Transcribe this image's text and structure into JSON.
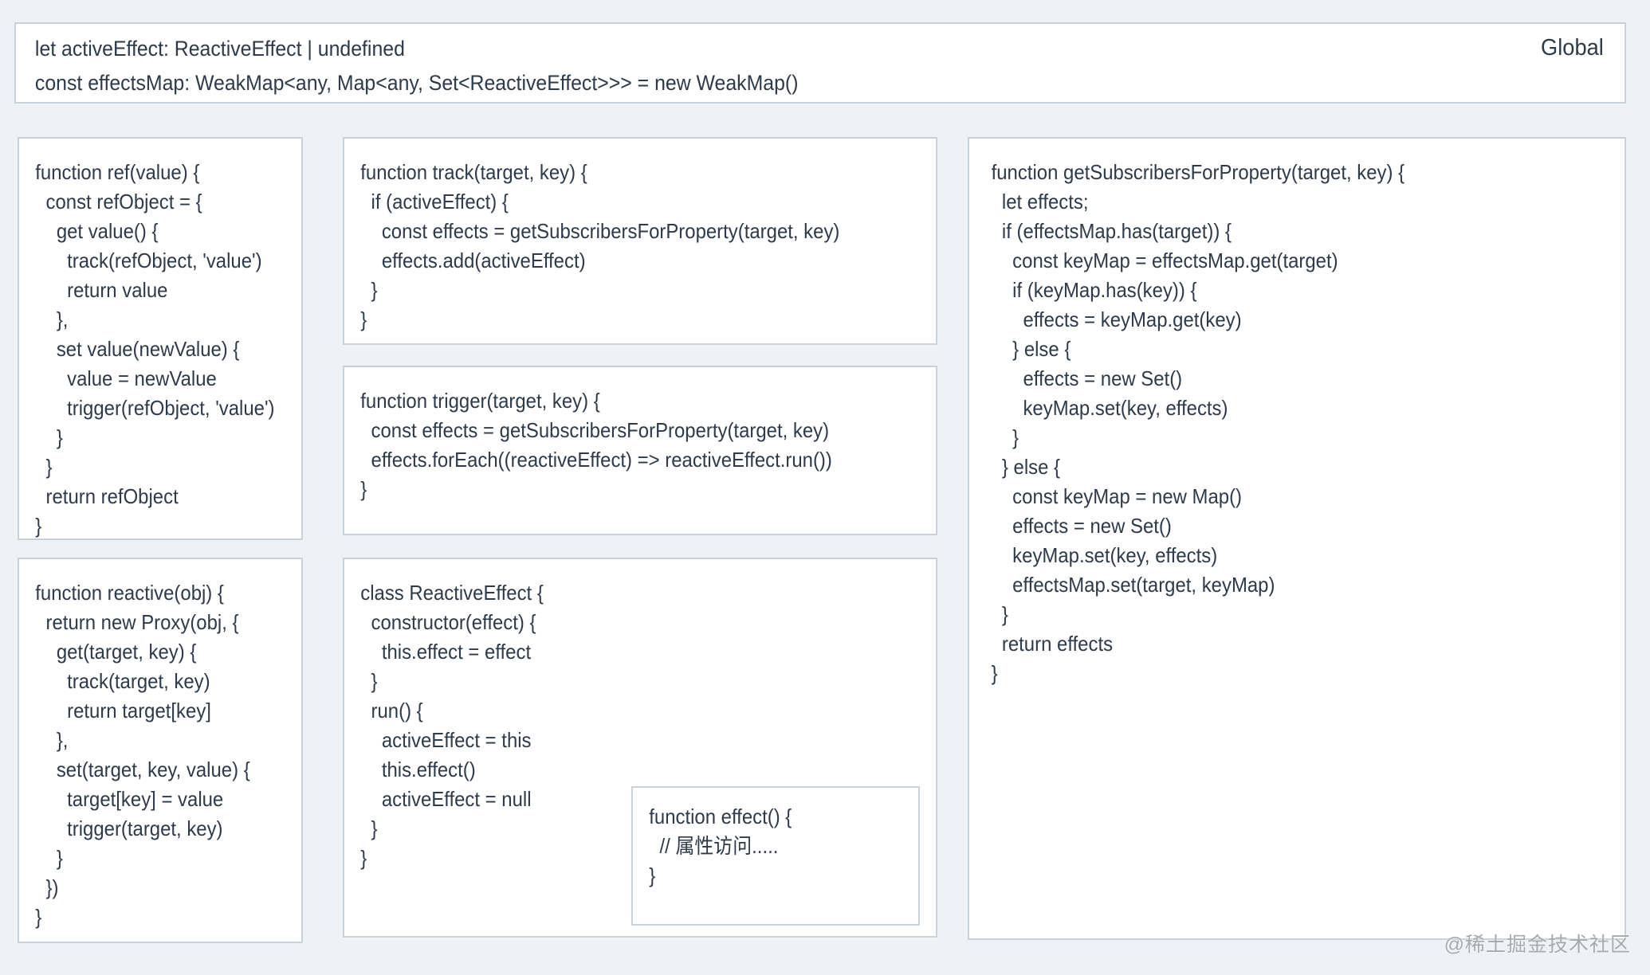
{
  "page": {
    "watermark": "@稀土掘金技术社区",
    "colors": {
      "background": "#eef1f5",
      "box_background": "#ffffff",
      "box_border": "#c9d2da",
      "code_text": "#2d3a4a",
      "watermark_text": "#6c7680"
    }
  },
  "global_box": {
    "label": "Global",
    "code": "let activeEffect: ReactiveEffect | undefined\nconst effectsMap: WeakMap<any, Map<any, Set<ReactiveEffect>>> = new WeakMap()"
  },
  "boxes": {
    "ref": {
      "code": "function ref(value) {\n  const refObject = {\n    get value() {\n      track(refObject, 'value')\n      return value\n    },\n    set value(newValue) {\n      value = newValue\n      trigger(refObject, 'value')\n    }\n  }\n  return refObject\n}"
    },
    "reactive": {
      "code": "function reactive(obj) {\n  return new Proxy(obj, {\n    get(target, key) {\n      track(target, key)\n      return target[key]\n    },\n    set(target, key, value) {\n      target[key] = value\n      trigger(target, key)\n    }\n  })\n}"
    },
    "track": {
      "code": "function track(target, key) {\n  if (activeEffect) {\n    const effects = getSubscribersForProperty(target, key)\n    effects.add(activeEffect)\n  }\n}"
    },
    "trigger": {
      "code": "function trigger(target, key) {\n  const effects = getSubscribersForProperty(target, key)\n  effects.forEach((reactiveEffect) => reactiveEffect.run())\n}"
    },
    "reactive_effect_class": {
      "code": "class ReactiveEffect {\n  constructor(effect) {\n    this.effect = effect\n  }\n  run() {\n    activeEffect = this\n    this.effect()\n    activeEffect = null\n  }\n}"
    },
    "effect": {
      "code": "function effect() {\n  // 属性访问.....\n}"
    },
    "get_subscribers": {
      "code": "function getSubscribersForProperty(target, key) {\n  let effects;\n  if (effectsMap.has(target)) {\n    const keyMap = effectsMap.get(target)\n    if (keyMap.has(key)) {\n      effects = keyMap.get(key)\n    } else {\n      effects = new Set()\n      keyMap.set(key, effects)\n    }\n  } else {\n    const keyMap = new Map()\n    effects = new Set()\n    keyMap.set(key, effects)\n    effectsMap.set(target, keyMap)\n  }\n  return effects\n}"
    }
  }
}
